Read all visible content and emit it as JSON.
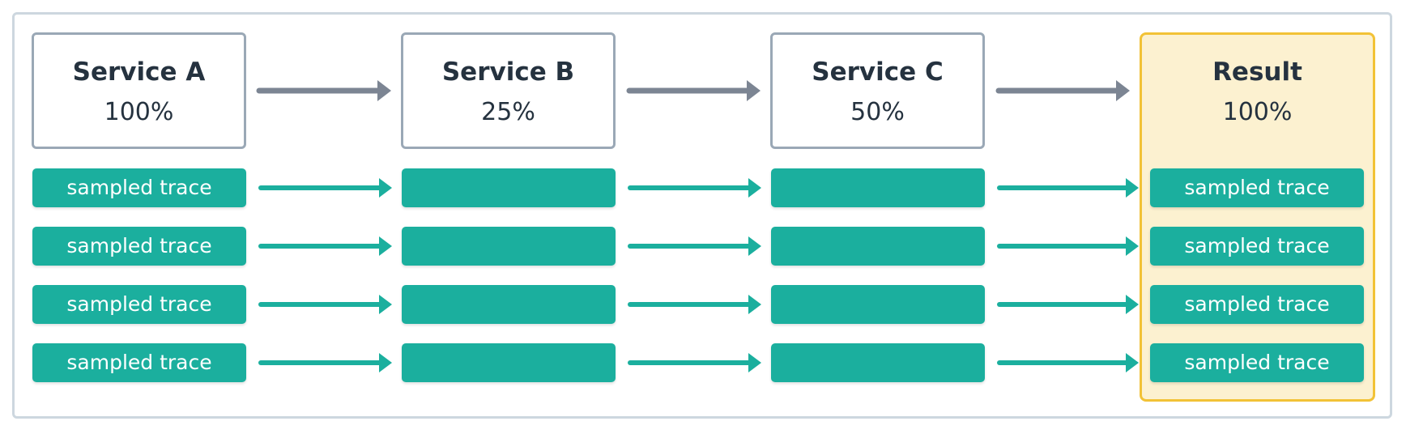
{
  "colors": {
    "trace_green": "#1baf9e",
    "header_arrow": "#7c8593",
    "box_border": "#9aa8b6",
    "result_fill": "#fcf1d0",
    "result_border": "#f2c236",
    "text_dark": "#25323f"
  },
  "stages": [
    {
      "title": "Service A",
      "percent": "100%"
    },
    {
      "title": "Service B",
      "percent": "25%"
    },
    {
      "title": "Service C",
      "percent": "50%"
    },
    {
      "title": "Result",
      "percent": "100%"
    }
  ],
  "rows": [
    {
      "cells": [
        "sampled trace",
        "",
        "",
        "sampled trace"
      ]
    },
    {
      "cells": [
        "sampled trace",
        "",
        "",
        "sampled trace"
      ]
    },
    {
      "cells": [
        "sampled trace",
        "",
        "",
        "sampled trace"
      ]
    },
    {
      "cells": [
        "sampled trace",
        "",
        "",
        "sampled trace"
      ]
    }
  ]
}
